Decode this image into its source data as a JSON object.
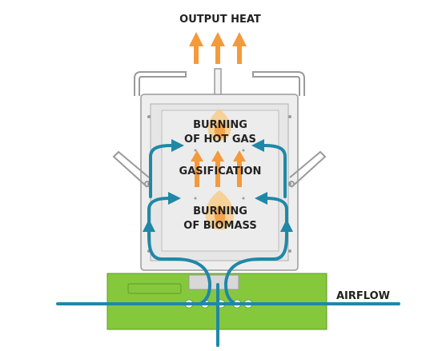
{
  "labels": {
    "output_heat": "OUTPUT HEAT",
    "burning_hot_gas_1": "BURNING",
    "burning_hot_gas_2": "OF HOT GAS",
    "gasification": "GASIFICATION",
    "burning_biomass_1": "BURNING",
    "burning_biomass_2": "OF BIOMASS",
    "airflow": "AIRFLOW"
  },
  "colors": {
    "heat_arrow": "#f39a3c",
    "airflow_arrow": "#1f88a7",
    "base": "#86c83c",
    "stove_body": "#eeeeee",
    "stove_outline": "#9a9a9a"
  }
}
